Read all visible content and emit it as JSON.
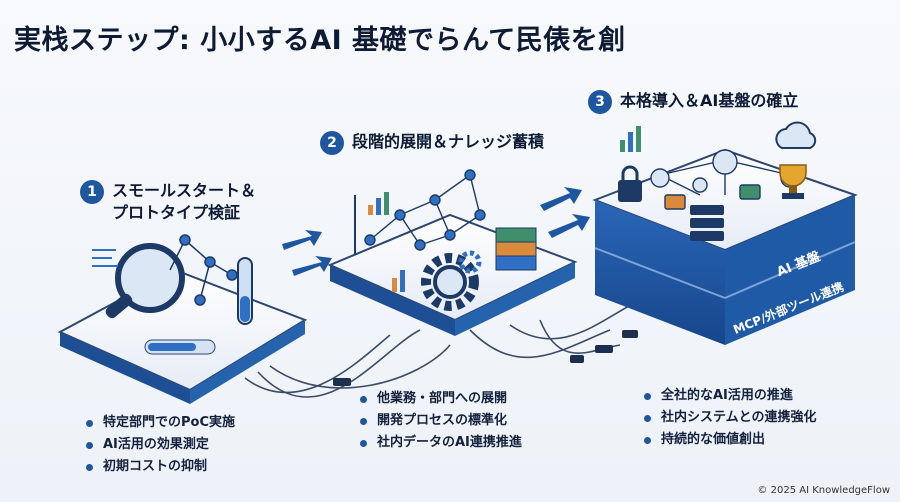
{
  "title": "実栈ステップ: 小小するAI 基礎でらんて民俵を創",
  "steps": [
    {
      "number": "1",
      "title_line1": "スモールスタート＆",
      "title_line2": "プロトタイプ検証",
      "bullets": [
        "特定部門でのPoC実施",
        "AI活用の効果測定",
        "初期コストの抑制"
      ]
    },
    {
      "number": "2",
      "title_line1": "段階的展開＆ナレッジ蓄積",
      "title_line2": "",
      "bullets": [
        "他業務・部門への展開",
        "開発プロセスの標準化",
        "社内データのAI連携推進"
      ]
    },
    {
      "number": "3",
      "title_line1": "本格導入＆AI基盤の確立",
      "title_line2": "",
      "bullets": [
        "全社的なAI活用の推進",
        "社内システムとの連携強化",
        "持続的な価値創出"
      ]
    }
  ],
  "platform3": {
    "label_top": "AI 基盤",
    "label_bottom": "MCP/外部ツール連携"
  },
  "colors": {
    "primary": "#1e56a0",
    "dark": "#0d1b35",
    "accent_green": "#3f8f6a",
    "accent_orange": "#d98a3a"
  },
  "icons": [
    "search-icon",
    "network-icon",
    "test-tube-icon",
    "progress-bar-icon",
    "bar-chart-icon",
    "gear-icon",
    "stack-icon",
    "lock-icon",
    "database-icon",
    "cloud-icon",
    "trophy-icon",
    "arrow-icon",
    "plug-icon"
  ],
  "copyright": "© 2025 AI KnowledgeFlow"
}
